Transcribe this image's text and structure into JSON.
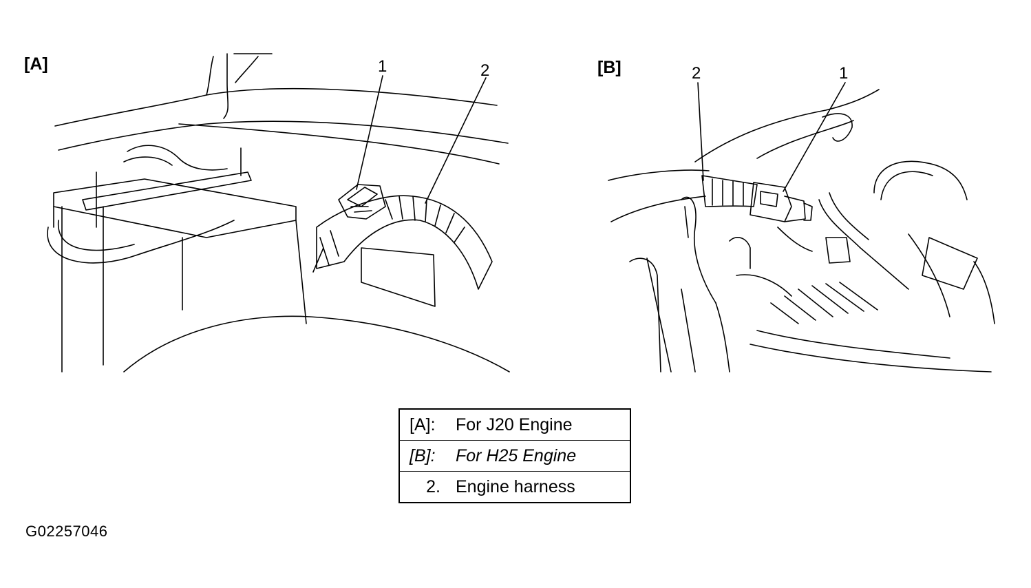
{
  "panels": {
    "a": {
      "label": "[A]",
      "callouts": {
        "connector": "1",
        "harness": "2"
      }
    },
    "b": {
      "label": "[B]",
      "callouts": {
        "connector": "1",
        "harness": "2"
      }
    }
  },
  "legend": {
    "rows": [
      {
        "key": "[A]:",
        "desc": "For J20 Engine"
      },
      {
        "key": "[B]:",
        "desc": "For H25 Engine"
      },
      {
        "key": "2.",
        "desc": "Engine harness"
      }
    ]
  },
  "figure_code": "G02257046"
}
